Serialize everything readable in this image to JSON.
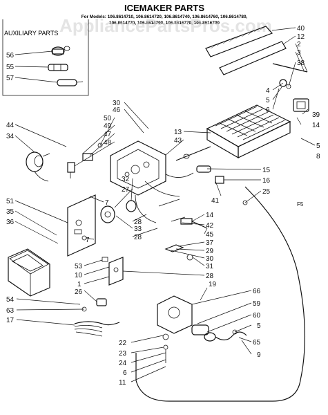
{
  "title": "ICEMAKER PARTS",
  "models_line1": "For Models: 106.8614710, 106.8614720, 106.8614740, 106.8614760, 106.8614780,",
  "models_line2": "106.8614770, 106.8614790, 106.8616770, 106.8616790",
  "watermark": "AppliancePartsPros.com",
  "auxiliary_title": "AUXILIARY PARTS",
  "auxiliary_callouts": [
    "56",
    "55",
    "57"
  ],
  "code_mark": "F5",
  "callouts": [
    {
      "id": "40",
      "label": "40"
    },
    {
      "id": "12",
      "label": "12"
    },
    {
      "id": "2",
      "label": "2"
    },
    {
      "id": "3",
      "label": "3"
    },
    {
      "id": "38",
      "label": "38"
    },
    {
      "id": "4",
      "label": "4"
    },
    {
      "id": "5a",
      "label": "5"
    },
    {
      "id": "6a",
      "label": "6"
    },
    {
      "id": "39",
      "label": "39"
    },
    {
      "id": "14a",
      "label": "14"
    },
    {
      "id": "5b",
      "label": "5"
    },
    {
      "id": "8",
      "label": "8"
    },
    {
      "id": "30a",
      "label": "30"
    },
    {
      "id": "46",
      "label": "46"
    },
    {
      "id": "50",
      "label": "50"
    },
    {
      "id": "49",
      "label": "49"
    },
    {
      "id": "47",
      "label": "47"
    },
    {
      "id": "48",
      "label": "48"
    },
    {
      "id": "13",
      "label": "13"
    },
    {
      "id": "43",
      "label": "43"
    },
    {
      "id": "44",
      "label": "44"
    },
    {
      "id": "34",
      "label": "34"
    },
    {
      "id": "15",
      "label": "15"
    },
    {
      "id": "16",
      "label": "16"
    },
    {
      "id": "25",
      "label": "25"
    },
    {
      "id": "41",
      "label": "41"
    },
    {
      "id": "7a",
      "label": "7"
    },
    {
      "id": "51",
      "label": "51"
    },
    {
      "id": "35",
      "label": "35"
    },
    {
      "id": "36",
      "label": "36"
    },
    {
      "id": "32",
      "label": "32"
    },
    {
      "id": "27",
      "label": "27"
    },
    {
      "id": "28a",
      "label": "28"
    },
    {
      "id": "33",
      "label": "33"
    },
    {
      "id": "28b",
      "label": "28"
    },
    {
      "id": "14b",
      "label": "14"
    },
    {
      "id": "42",
      "label": "42"
    },
    {
      "id": "45",
      "label": "45"
    },
    {
      "id": "37",
      "label": "37"
    },
    {
      "id": "29",
      "label": "29"
    },
    {
      "id": "30b",
      "label": "30"
    },
    {
      "id": "31",
      "label": "31"
    },
    {
      "id": "7b",
      "label": "7"
    },
    {
      "id": "53",
      "label": "53"
    },
    {
      "id": "10",
      "label": "10"
    },
    {
      "id": "1",
      "label": "1"
    },
    {
      "id": "28c",
      "label": "28"
    },
    {
      "id": "19",
      "label": "19"
    },
    {
      "id": "26",
      "label": "26"
    },
    {
      "id": "54",
      "label": "54"
    },
    {
      "id": "63",
      "label": "63"
    },
    {
      "id": "17",
      "label": "17"
    },
    {
      "id": "66",
      "label": "66"
    },
    {
      "id": "59",
      "label": "59"
    },
    {
      "id": "60",
      "label": "60"
    },
    {
      "id": "5c",
      "label": "5"
    },
    {
      "id": "65",
      "label": "65"
    },
    {
      "id": "9",
      "label": "9"
    },
    {
      "id": "22",
      "label": "22"
    },
    {
      "id": "23",
      "label": "23"
    },
    {
      "id": "24",
      "label": "24"
    },
    {
      "id": "6b",
      "label": "6"
    },
    {
      "id": "11",
      "label": "11"
    }
  ]
}
